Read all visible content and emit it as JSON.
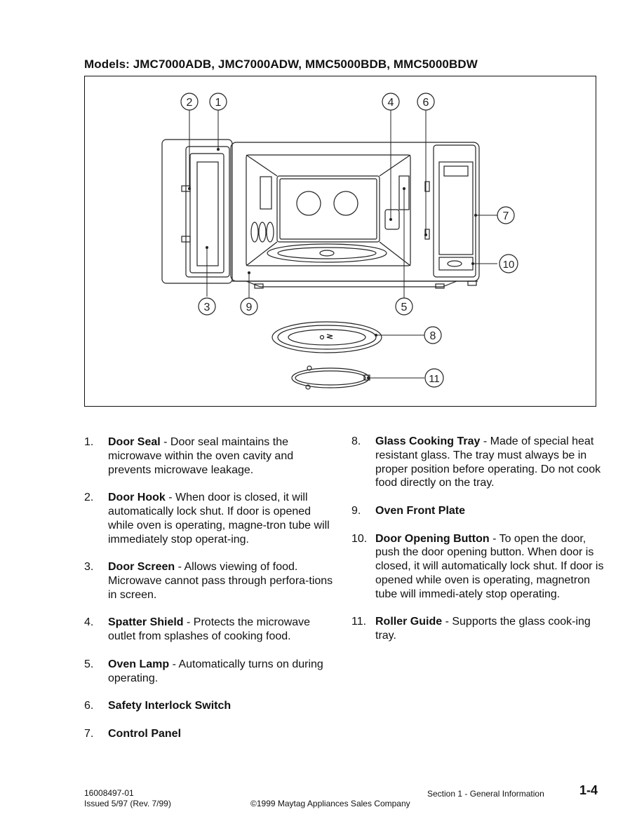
{
  "header": {
    "title": "Models: JMC7000ADB, JMC7000ADW, MMC5000BDB, MMC5000BDW"
  },
  "figure": {
    "callouts": [
      "1",
      "2",
      "3",
      "4",
      "5",
      "6",
      "7",
      "8",
      "9",
      "10",
      "11"
    ]
  },
  "items_left": [
    {
      "num": "1.",
      "term": "Door Seal",
      "desc": " - Door seal maintains the microwave within the oven cavity and prevents microwave leakage."
    },
    {
      "num": "2.",
      "term": "Door Hook",
      "desc": " - When door is closed, it will automatically lock shut.  If door is opened while oven is operating, magne-tron tube will immediately stop operat-ing."
    },
    {
      "num": "3.",
      "term": "Door Screen",
      "desc": " - Allows viewing of food. Microwave cannot pass through perfora-tions in screen."
    },
    {
      "num": "4.",
      "term": "Spatter Shield",
      "desc": " - Protects the microwave outlet from splashes of cooking food."
    },
    {
      "num": "5.",
      "term": "Oven Lamp",
      "desc": " - Automatically turns on during operating."
    },
    {
      "num": "6.",
      "term": "Safety Interlock Switch",
      "desc": ""
    },
    {
      "num": "7.",
      "term": "Control Panel",
      "desc": ""
    }
  ],
  "items_right": [
    {
      "num": "8.",
      "term": "Glass Cooking Tray",
      "desc": " - Made of special heat resistant glass.  The tray must always be in proper position before operating.  Do not cook food directly on the tray."
    },
    {
      "num": "9.",
      "term": "Oven Front Plate",
      "desc": ""
    },
    {
      "num": "10.",
      "term": "Door Opening Button",
      "desc": " - To open the door, push the door opening button.  When door is closed, it will automatically lock shut.  If door is opened while oven is operating, magnetron tube will immedi-ately stop operating."
    },
    {
      "num": "11.",
      "term": "Roller Guide",
      "desc": " - Supports the glass cook-ing tray."
    }
  ],
  "footer": {
    "doc_number": "16008497-01",
    "issued": "Issued 5/97 (Rev. 7/99)",
    "copyright": "©1999 Maytag Appliances Sales Company",
    "section": "Section 1 - General Information",
    "page": "1-4"
  }
}
